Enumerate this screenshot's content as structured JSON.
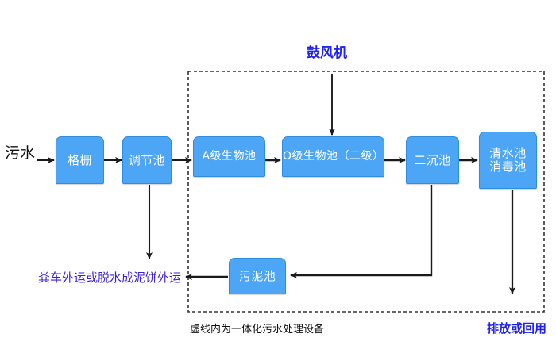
{
  "diagram": {
    "title_label": "鼓风机",
    "caption": "虚线内为一体化污水处理设备",
    "inlet_label": "污水",
    "sludge_outlet_label": "粪车外运或脱水成泥饼外运",
    "effluent_label": "排放或回用",
    "nodes": {
      "grille": "格栅",
      "regulating_tank": "调节池",
      "a_stage_bio_tank": "A级生物池",
      "o_stage_bio_tank": "O级生物池（二级）",
      "secondary_settling_tank": "二沉池",
      "clean_water_tank": "清水池\n消毒池",
      "sludge_tank": "污泥池"
    },
    "colors": {
      "node_fill": "#4da5f5",
      "node_stroke": "#2f8de0",
      "node_text": "#ffffff",
      "arrow": "#1a1a1a",
      "dashed_border": "#333333",
      "blue_text": "#2222ee",
      "purple_text": "#3a1fd8",
      "background": "#ffffff"
    }
  }
}
